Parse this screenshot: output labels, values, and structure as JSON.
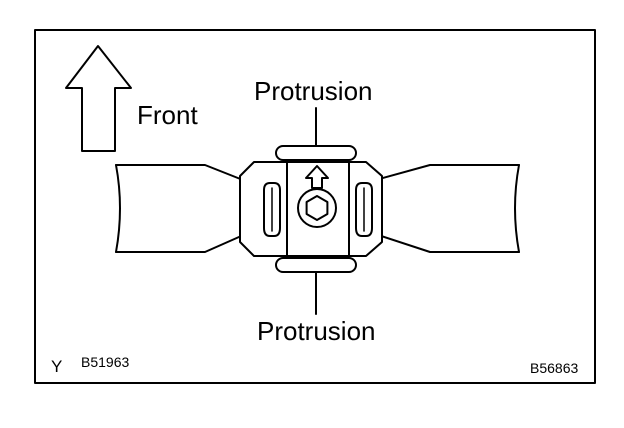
{
  "labels": {
    "front": "Front",
    "protrusion_top": "Protrusion",
    "protrusion_bottom": "Protrusion",
    "corner_letter": "Y",
    "ref_code_left": "B51963",
    "ref_code_right": "B56863"
  },
  "colors": {
    "line": "#000000",
    "background": "#ffffff"
  },
  "icons": {
    "direction": "up-arrow-outline-icon",
    "bolt": "hex-bolt-icon"
  }
}
